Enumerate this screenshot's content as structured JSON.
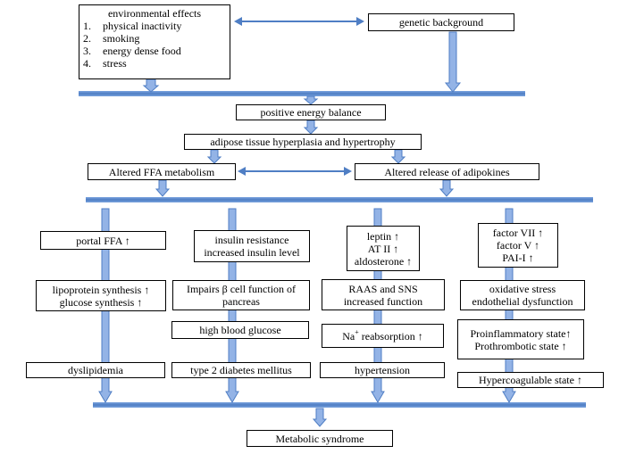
{
  "colors": {
    "arrow_fill": "#93b3e6",
    "arrow_stroke": "#4f7ec4",
    "bar": "#5b8cd2",
    "border": "#000000"
  },
  "boxes": {
    "environmental_effects": {
      "title": "environmental effects",
      "items": [
        {
          "num": "1.",
          "text": "physical inactivity"
        },
        {
          "num": "2.",
          "text": "smoking"
        },
        {
          "num": "3.",
          "text": "energy dense food"
        },
        {
          "num": "4.",
          "text": "stress"
        }
      ]
    },
    "genetic_background": "genetic background",
    "positive_energy_balance": "positive energy balance",
    "adipose_tissue": "adipose tissue hyperplasia and hypertrophy",
    "altered_ffa": "Altered FFA metabolism",
    "altered_adipokines": "Altered release of adipokines",
    "portal_ffa": "portal FFA ↑",
    "insulin_resistance": [
      "insulin resistance",
      "increased insulin level"
    ],
    "leptin_group": [
      "leptin ↑",
      "AT II ↑",
      "aldosterone ↑"
    ],
    "factor_group": [
      "factor VII ↑",
      "factor V ↑",
      "PAI-I ↑"
    ],
    "lipoprotein": [
      "lipoprotein synthesis ↑",
      "glucose synthesis ↑"
    ],
    "impairs_beta": [
      "Impairs β cell function of",
      "pancreas"
    ],
    "raas": [
      "RAAS and SNS",
      "increased function"
    ],
    "oxidative": [
      "oxidative stress",
      "endothelial dysfunction"
    ],
    "high_blood_glucose": "high blood glucose",
    "na_reabsorption": {
      "prefix": "Na",
      "sup": "+",
      "suffix": " reabsorption ↑"
    },
    "proinflammatory": [
      "Proinflammatory state↑",
      "Prothrombotic state ↑"
    ],
    "dyslipidemia": "dyslipidemia",
    "type2_diabetes": "type 2 diabetes mellitus",
    "hypertension": "hypertension",
    "hypercoagulable": "Hypercoagulable state ↑",
    "metabolic_syndrome": "Metabolic syndrome"
  }
}
